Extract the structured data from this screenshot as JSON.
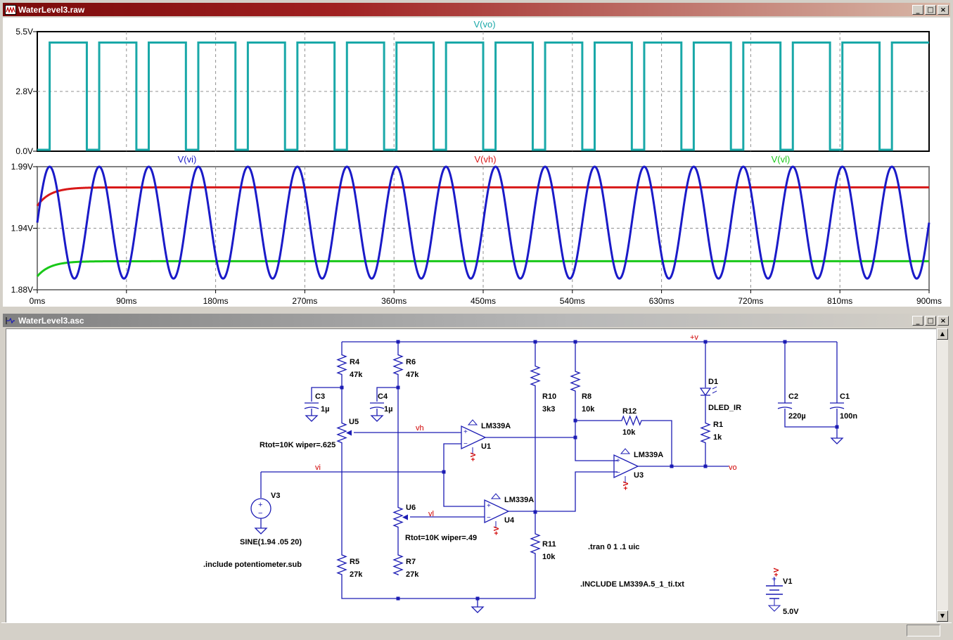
{
  "waveform_window": {
    "title": "WaterLevel3.raw",
    "buttons": {
      "minimize": "_",
      "maximize": "□",
      "close": "×"
    }
  },
  "schematic_window": {
    "title": "WaterLevel3.asc",
    "buttons": {
      "minimize": "_",
      "maximize": "□",
      "close": "×"
    }
  },
  "colors": {
    "vo": "#19a8a8",
    "vi": "#1a1ac8",
    "vh": "#d81818",
    "vl": "#19c819",
    "wire": "#1c1cb4",
    "net": "#d00000"
  },
  "chart_data": [
    {
      "type": "line",
      "series": [
        {
          "name": "V(vo)",
          "shape": "square",
          "period_ms": 50,
          "duty": 0.75,
          "low": 0.0,
          "high": 5.0
        }
      ],
      "yticks": [
        "5.5V",
        "2.8V",
        "0.0V"
      ],
      "ylim": [
        0,
        5.5
      ],
      "xlim": [
        0,
        900
      ],
      "grid": true
    },
    {
      "type": "line",
      "series": [
        {
          "name": "V(vi)",
          "shape": "sine",
          "offset": 1.94,
          "amplitude": 0.05,
          "freq_hz": 20
        },
        {
          "name": "V(vh)",
          "shape": "exp-settle",
          "start": 1.955,
          "final": 1.9715
        },
        {
          "name": "V(vl)",
          "shape": "exp-settle",
          "start": 1.892,
          "final": 1.9055
        }
      ],
      "yticks": [
        "1.99V",
        "1.94V",
        "1.88V"
      ],
      "ylim": [
        1.88,
        1.99
      ],
      "xticks": [
        "0ms",
        "90ms",
        "180ms",
        "270ms",
        "360ms",
        "450ms",
        "540ms",
        "630ms",
        "720ms",
        "810ms",
        "900ms"
      ],
      "xlim": [
        0,
        900
      ],
      "grid": true
    }
  ],
  "schematic": {
    "components": {
      "R4": {
        "name": "R4",
        "value": "47k"
      },
      "R6": {
        "name": "R6",
        "value": "47k"
      },
      "C3": {
        "name": "C3",
        "value": "1µ"
      },
      "C4": {
        "name": "C4",
        "value": "1µ"
      },
      "U5": {
        "name": "U5",
        "params": "Rtot=10K wiper=.625"
      },
      "U6": {
        "name": "U6",
        "params": "Rtot=10K wiper=.49"
      },
      "R10": {
        "name": "R10",
        "value": "3k3"
      },
      "R8": {
        "name": "R8",
        "value": "10k"
      },
      "R12": {
        "name": "R12",
        "value": "10k"
      },
      "U1": {
        "name": "U1",
        "model": "LM339A"
      },
      "U3": {
        "name": "U3",
        "model": "LM339A"
      },
      "U4": {
        "name": "U4",
        "model": "LM339A"
      },
      "D1": {
        "name": "D1",
        "value": "DLED_IR"
      },
      "R1": {
        "name": "R1",
        "value": "1k"
      },
      "C2": {
        "name": "C2",
        "value": "220µ"
      },
      "C1": {
        "name": "C1",
        "value": "100n"
      },
      "V3": {
        "name": "V3",
        "value": "SINE(1.94 .05 20)"
      },
      "R5": {
        "name": "R5",
        "value": "27k"
      },
      "R7": {
        "name": "R7",
        "value": "27k"
      },
      "R11": {
        "name": "R11",
        "value": "10k"
      },
      "V1": {
        "name": "V1",
        "value": "5.0V"
      }
    },
    "nets": {
      "vh": "vh",
      "vi": "vi",
      "vl": "vl",
      "vo": "vo",
      "pos": "+v"
    },
    "supply_pin": "+V",
    "directives": {
      "include_pot": ".include potentiometer.sub",
      "tran": ".tran 0 1 .1 uic",
      "include_lm": ".INCLUDE LM339A.5_1_ti.txt"
    }
  }
}
